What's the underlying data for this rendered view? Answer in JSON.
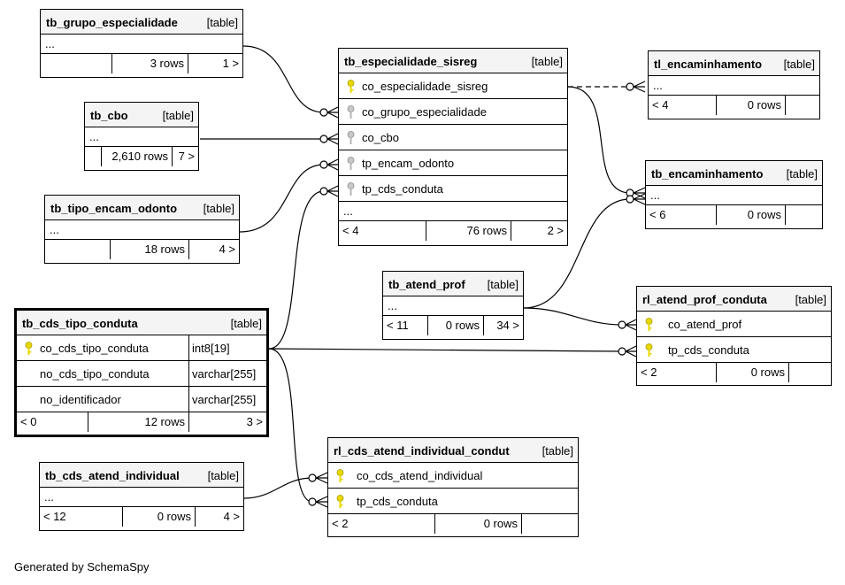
{
  "credit": "Generated by SchemaSpy",
  "tables": {
    "grupo": {
      "name": "tb_grupo_especialidade",
      "kind": "[table]",
      "more": "...",
      "foot": [
        "",
        "3 rows",
        "1 >"
      ]
    },
    "cbo": {
      "name": "tb_cbo",
      "kind": "[table]",
      "more": "...",
      "foot": [
        "",
        "2,610 rows",
        "7 >"
      ]
    },
    "tipo_encam": {
      "name": "tb_tipo_encam_odonto",
      "kind": "[table]",
      "more": "...",
      "foot": [
        "",
        "18 rows",
        "4 >"
      ]
    },
    "cds_tipo": {
      "name": "tb_cds_tipo_conduta",
      "kind": "[table]",
      "columns": [
        {
          "name": "co_cds_tipo_conduta",
          "type": "int8[19]",
          "key": "primary"
        },
        {
          "name": "no_cds_tipo_conduta",
          "type": "varchar[255]",
          "key": "none"
        },
        {
          "name": "no_identificador",
          "type": "varchar[255]",
          "key": "none"
        }
      ],
      "foot": [
        "< 0",
        "12 rows",
        "3 >"
      ]
    },
    "cds_atend": {
      "name": "tb_cds_atend_individual",
      "kind": "[table]",
      "more": "...",
      "foot": [
        "< 12",
        "0 rows",
        "4 >"
      ]
    },
    "esp_sisreg": {
      "name": "tb_especialidade_sisreg",
      "kind": "[table]",
      "columns": [
        {
          "name": "co_especialidade_sisreg",
          "key": "primary"
        },
        {
          "name": "co_grupo_especialidade",
          "key": "foreign"
        },
        {
          "name": "co_cbo",
          "key": "foreign"
        },
        {
          "name": "tp_encam_odonto",
          "key": "foreign"
        },
        {
          "name": "tp_cds_conduta",
          "key": "foreign"
        }
      ],
      "more": "...",
      "foot": [
        "< 4",
        "76 rows",
        "2 >"
      ]
    },
    "atend_prof": {
      "name": "tb_atend_prof",
      "kind": "[table]",
      "more": "...",
      "foot": [
        "< 11",
        "0 rows",
        "34 >"
      ]
    },
    "rl_cds": {
      "name": "rl_cds_atend_individual_condut",
      "kind": "[table]",
      "columns": [
        {
          "name": "co_cds_atend_individual",
          "key": "primary"
        },
        {
          "name": "tp_cds_conduta",
          "key": "primary"
        }
      ],
      "foot": [
        "< 2",
        "0 rows",
        ""
      ]
    },
    "tl_encam": {
      "name": "tl_encaminhamento",
      "kind": "[table]",
      "more": "...",
      "foot": [
        "< 4",
        "0 rows",
        ""
      ]
    },
    "tb_encam": {
      "name": "tb_encaminhamento",
      "kind": "[table]",
      "more": "...",
      "foot": [
        "< 6",
        "0 rows",
        ""
      ]
    },
    "rl_atend": {
      "name": "rl_atend_prof_conduta",
      "kind": "[table]",
      "columns": [
        {
          "name": "co_atend_prof",
          "key": "primary"
        },
        {
          "name": "tp_cds_conduta",
          "key": "primary"
        }
      ],
      "foot": [
        "< 2",
        "0 rows",
        ""
      ]
    }
  },
  "colors": {
    "primary_key": "#e8d800",
    "foreign_key": "#b4b4b4",
    "header_bg": "#f4f4f4"
  }
}
